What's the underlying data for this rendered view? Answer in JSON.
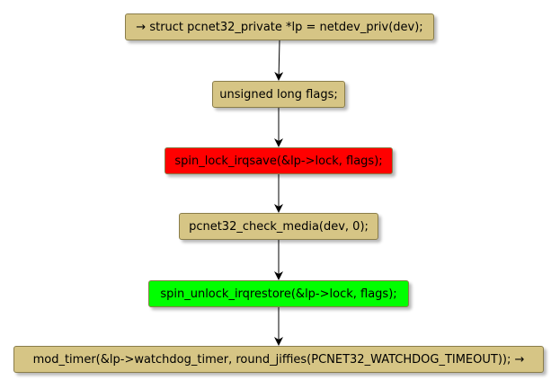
{
  "nodes": [
    {
      "id": "n1",
      "label": "→ struct pcnet32_private *lp = netdev_priv(dev);",
      "fill": "#d6c585"
    },
    {
      "id": "n2",
      "label": "unsigned long flags;",
      "fill": "#d6c585"
    },
    {
      "id": "n3",
      "label": "spin_lock_irqsave(&lp->lock, flags);",
      "fill": "#ff0000"
    },
    {
      "id": "n4",
      "label": "pcnet32_check_media(dev, 0);",
      "fill": "#d6c585"
    },
    {
      "id": "n5",
      "label": "spin_unlock_irqrestore(&lp->lock, flags);",
      "fill": "#00ff00"
    },
    {
      "id": "n6",
      "label": "mod_timer(&lp->watchdog_timer, round_jiffies(PCNET32_WATCHDOG_TIMEOUT)); →",
      "fill": "#d6c585"
    }
  ],
  "edges": [
    {
      "from": "n1",
      "to": "n2"
    },
    {
      "from": "n2",
      "to": "n3"
    },
    {
      "from": "n3",
      "to": "n4"
    },
    {
      "from": "n4",
      "to": "n5"
    },
    {
      "from": "n5",
      "to": "n6"
    }
  ],
  "colors": {
    "edge": "#000000",
    "node_border": "#8a7d4a"
  }
}
